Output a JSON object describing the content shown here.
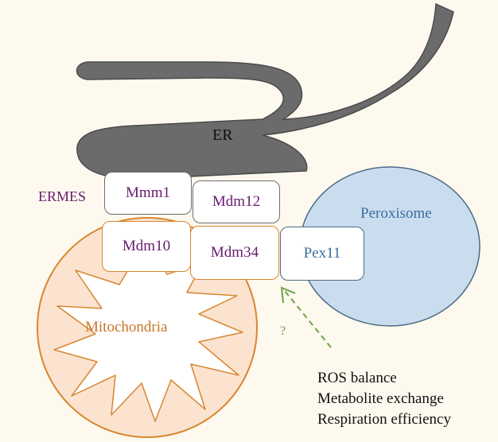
{
  "labels": {
    "er": "ER",
    "ermes": "ERMES",
    "peroxisome": "Peroxisome",
    "mitochondria": "Mitochondria",
    "question": "?"
  },
  "proteins": {
    "mmm1": "Mmm1",
    "mdm12": "Mdm12",
    "mdm10": "Mdm10",
    "mdm34": "Mdm34",
    "pex11": "Pex11"
  },
  "outcomes": [
    "ROS balance",
    "Metabolite exchange",
    "Respiration efficiency"
  ],
  "colors": {
    "background": "#fdf9ee",
    "er_fill": "#6b6b6b",
    "mitochondria_fill": "#fbe3d0",
    "mitochondria_stroke": "#d8862f",
    "peroxisome_fill": "#c9ddef",
    "peroxisome_stroke": "#4b6a86",
    "ermes_text": "#6a1b6e",
    "arrow": "#6aa24a"
  }
}
